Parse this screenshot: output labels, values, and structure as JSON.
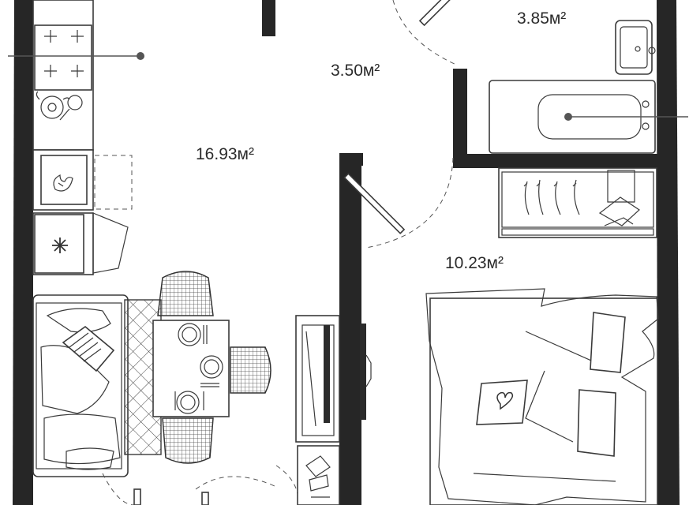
{
  "rooms": {
    "living_kitchen": {
      "area": "16.93м²"
    },
    "hallway": {
      "area": "3.50м²"
    },
    "bathroom": {
      "area": "3.85м²"
    },
    "bedroom": {
      "area": "10.23м²"
    }
  },
  "colors": {
    "wall": "#262626",
    "line": "#3a3a3a",
    "background": "#ffffff"
  },
  "icons": [
    "stove-icon",
    "kettle-icon",
    "pan-icon",
    "fire-icon",
    "snowflake-icon",
    "heart-icon",
    "tv-icon"
  ]
}
